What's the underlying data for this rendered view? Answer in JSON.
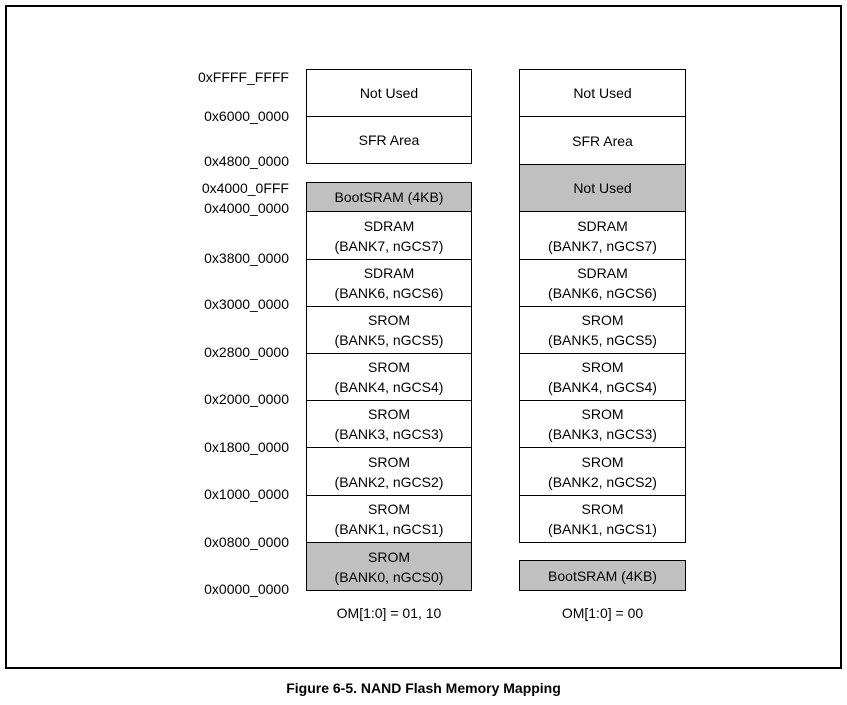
{
  "addresses": [
    "0xFFFF_FFFF",
    "0x6000_0000",
    "0x4800_0000",
    "0x4000_0FFF",
    "0x4000_0000",
    "0x3800_0000",
    "0x3000_0000",
    "0x2800_0000",
    "0x2000_0000",
    "0x1800_0000",
    "0x1000_0000",
    "0x0800_0000",
    "0x0000_0000"
  ],
  "left_map": {
    "mode_label": "OM[1:0] = 01, 10",
    "blocks": [
      {
        "line1": "Not Used",
        "line2": "",
        "shaded": false
      },
      {
        "line1": "SFR Area",
        "line2": "",
        "shaded": false
      },
      {
        "line1": "BootSRAM (4KB)",
        "line2": "",
        "shaded": true
      },
      {
        "line1": "SDRAM",
        "line2": "(BANK7, nGCS7)",
        "shaded": false
      },
      {
        "line1": "SDRAM",
        "line2": "(BANK6, nGCS6)",
        "shaded": false
      },
      {
        "line1": "SROM",
        "line2": "(BANK5, nGCS5)",
        "shaded": false
      },
      {
        "line1": "SROM",
        "line2": "(BANK4, nGCS4)",
        "shaded": false
      },
      {
        "line1": "SROM",
        "line2": "(BANK3, nGCS3)",
        "shaded": false
      },
      {
        "line1": "SROM",
        "line2": "(BANK2, nGCS2)",
        "shaded": false
      },
      {
        "line1": "SROM",
        "line2": "(BANK1, nGCS1)",
        "shaded": false
      },
      {
        "line1": "SROM",
        "line2": "(BANK0, nGCS0)",
        "shaded": true
      }
    ]
  },
  "right_map": {
    "mode_label": "OM[1:0] = 00",
    "blocks": [
      {
        "line1": "Not Used",
        "line2": "",
        "shaded": false
      },
      {
        "line1": "SFR Area",
        "line2": "",
        "shaded": false
      },
      {
        "line1": "Not Used",
        "line2": "",
        "shaded": true
      },
      {
        "line1": "SDRAM",
        "line2": "(BANK7, nGCS7)",
        "shaded": false
      },
      {
        "line1": "SDRAM",
        "line2": "(BANK6, nGCS6)",
        "shaded": false
      },
      {
        "line1": "SROM",
        "line2": "(BANK5, nGCS5)",
        "shaded": false
      },
      {
        "line1": "SROM",
        "line2": "(BANK4, nGCS4)",
        "shaded": false
      },
      {
        "line1": "SROM",
        "line2": "(BANK3, nGCS3)",
        "shaded": false
      },
      {
        "line1": "SROM",
        "line2": "(BANK2, nGCS2)",
        "shaded": false
      },
      {
        "line1": "SROM",
        "line2": "(BANK1, nGCS1)",
        "shaded": false
      },
      {
        "line1": "BootSRAM (4KB)",
        "line2": "",
        "shaded": true
      }
    ]
  },
  "caption": "Figure 6-5. NAND Flash Memory Mapping"
}
